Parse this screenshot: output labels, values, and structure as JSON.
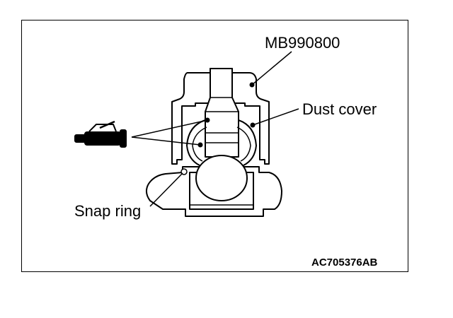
{
  "labels": {
    "tool": "MB990800",
    "dust_cover": "Dust cover",
    "snap_ring": "Snap ring",
    "figure_code": "AC705376AB"
  },
  "icons": {
    "grease_gun": "grease-gun-icon"
  },
  "colors": {
    "line": "#000000",
    "fill": "#ffffff"
  }
}
